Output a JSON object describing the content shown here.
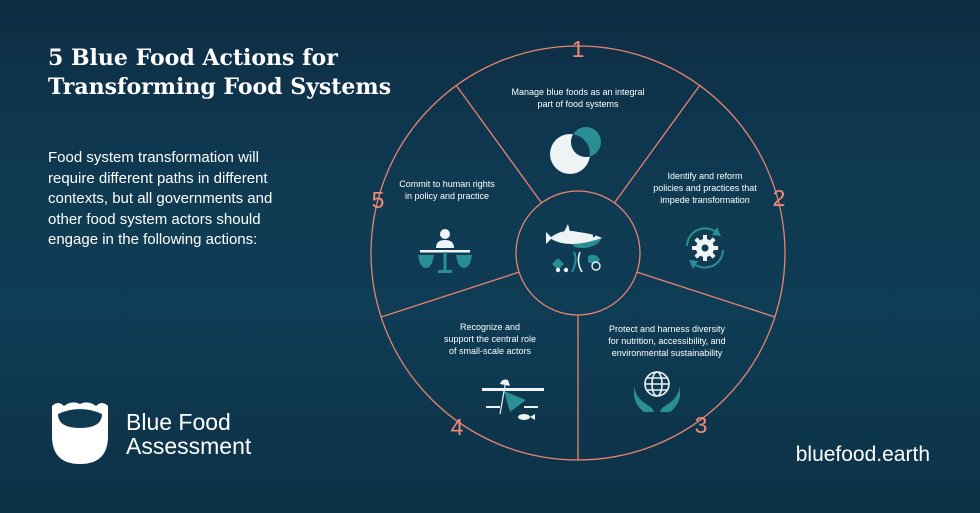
{
  "title": {
    "line1": "5 Blue Food Actions for",
    "line2": "Transforming Food Systems"
  },
  "intro": {
    "lines": [
      "Food system transformation will",
      "require different paths in different",
      "contexts, but all governments and",
      "other food system actors should",
      "engage in the following actions:"
    ]
  },
  "actions": [
    {
      "number": "1",
      "lines": [
        "Manage blue foods as an integral",
        "part of food systems"
      ],
      "icon": "overlapping-circles-icon"
    },
    {
      "number": "2",
      "lines": [
        "Identify and reform",
        "policies and practices that",
        "impede transformation"
      ],
      "icon": "gear-cycle-icon"
    },
    {
      "number": "3",
      "lines": [
        "Protect and harness diversity",
        "for nutrition, accessibility, and",
        "environmental sustainability"
      ],
      "icon": "globe-in-hands-icon"
    },
    {
      "number": "4",
      "lines": [
        "Recognize and",
        "support the central role",
        "of small-scale actors"
      ],
      "icon": "small-boat-fishing-icon"
    },
    {
      "number": "5",
      "lines": [
        "Commit to human rights",
        "in policy and practice"
      ],
      "icon": "balance-scale-icon"
    }
  ],
  "center": {
    "icon": "marine-life-icon"
  },
  "brand": {
    "name_line1": "Blue Food",
    "name_line2": "Assessment",
    "url": "bluefood.earth",
    "logo_icon": "blue-food-logo-icon"
  },
  "colors": {
    "background": "#0f3a52",
    "wheel_line": "#e8846f",
    "number": "#f08a76",
    "icon_teal": "#2a8f94",
    "icon_light": "#eef3f4"
  }
}
